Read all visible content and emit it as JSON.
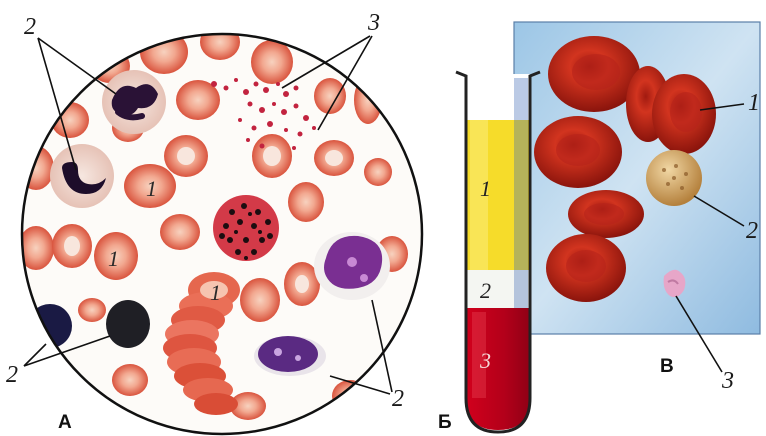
{
  "panels": {
    "a": "А",
    "b": "Б",
    "v": "В"
  },
  "labels": {
    "one": "1",
    "two": "2",
    "three": "3"
  }
}
